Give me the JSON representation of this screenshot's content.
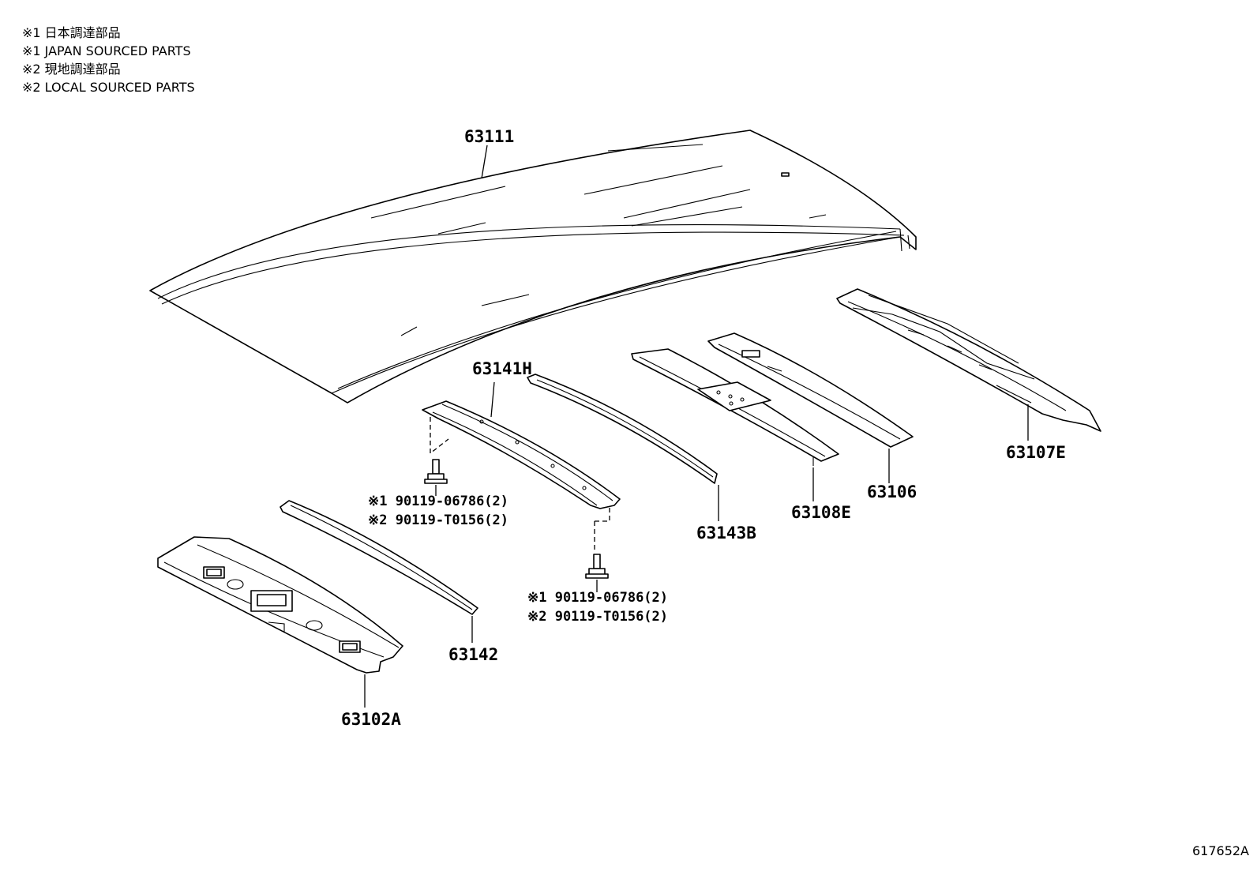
{
  "legend": [
    "※1 日本調達部品",
    "※1 JAPAN SOURCED PARTS",
    "※2 現地調達部品",
    "※2 LOCAL SOURCED PARTS"
  ],
  "parts": {
    "roof_panel": "63111",
    "rail_front_inner": "63141H",
    "rail_center": "63143B",
    "bow_center": "63108E",
    "bow_rear": "63106",
    "rail_rear": "63107E",
    "reinforcement_front": "63142",
    "header_front": "63102A"
  },
  "fasteners": {
    "upper": [
      "※1 90119-06786(2)",
      "※2 90119-T0156(2)"
    ],
    "lower": [
      "※1 90119-06786(2)",
      "※2 90119-T0156(2)"
    ]
  },
  "drawing_code": "617652A"
}
